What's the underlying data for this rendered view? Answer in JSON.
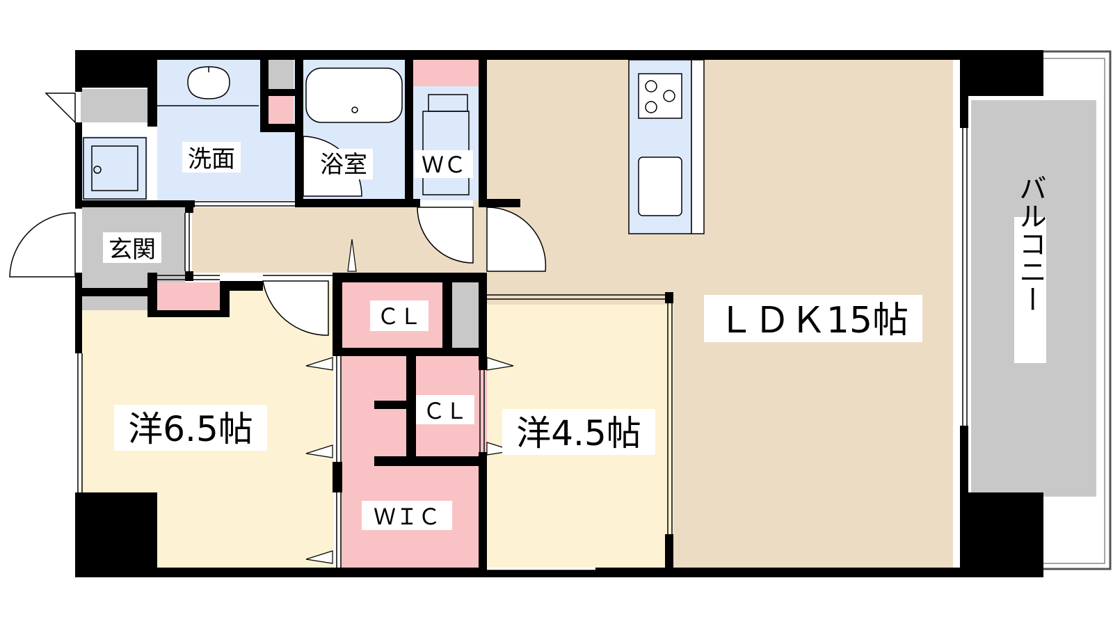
{
  "floor_plan": {
    "colors": {
      "wall": "#000000",
      "wet_area": "#dce9fb",
      "ldk_floor": "#eddcc4",
      "western_room": "#fdf2d3",
      "storage": "#f9c3c6",
      "entrance": "#c8c8c8",
      "balcony": "#c8c8c8",
      "counter": "#dce9fb"
    },
    "rooms": {
      "washroom": "洗面",
      "bath": "浴室",
      "toilet": "ＷＣ",
      "entrance": "玄関",
      "closet_upper": "ＣＬ",
      "closet_lower": "ＣＬ",
      "walk_in_closet": "ＷＩＣ",
      "western_large": "洋6.5帖",
      "western_small": "洋4.5帖",
      "ldk": "ＬＤＫ15帖",
      "balcony": "バルコニー"
    }
  }
}
